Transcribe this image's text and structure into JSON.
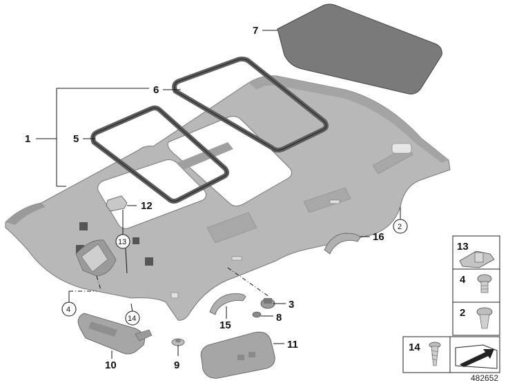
{
  "diagram": {
    "callouts": {
      "c1": "1",
      "c2": "2",
      "c3": "3",
      "c4": "4",
      "c5": "5",
      "c6": "6",
      "c7": "7",
      "c8": "8",
      "c9": "9",
      "c10": "10",
      "c11": "11",
      "c12": "12",
      "c13": "13",
      "c14": "14",
      "c15": "15",
      "c16": "16"
    },
    "legend": {
      "l13": "13",
      "l4": "4",
      "l2": "2",
      "l14": "14"
    },
    "doc_number": "482652"
  },
  "colors": {
    "headliner": "#b9b9b9",
    "headliner_shade": "#9d9d9d",
    "sunshade": "#7b7b7b",
    "frame": "#6f6f6f",
    "visor": "#a9a9a9"
  }
}
